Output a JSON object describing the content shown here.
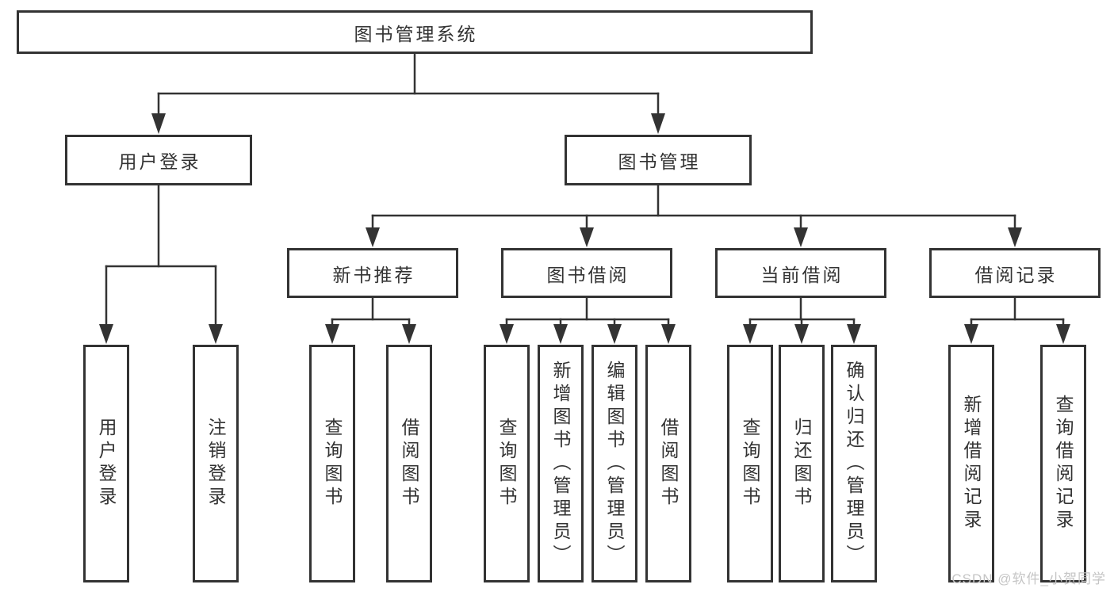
{
  "root": {
    "label": "图书管理系统"
  },
  "branches": [
    {
      "label": "用户登录",
      "children": [
        {
          "label": "用户登录"
        },
        {
          "label": "注销登录"
        }
      ]
    },
    {
      "label": "图书管理",
      "children": [
        {
          "label": "新书推荐",
          "children": [
            {
              "label": "查询图书"
            },
            {
              "label": "借阅图书"
            }
          ]
        },
        {
          "label": "图书借阅",
          "children": [
            {
              "label": "查询图书"
            },
            {
              "label": "新增图书（管理员）"
            },
            {
              "label": "编辑图书（管理员）"
            },
            {
              "label": "借阅图书"
            }
          ]
        },
        {
          "label": "当前借阅",
          "children": [
            {
              "label": "查询图书"
            },
            {
              "label": "归还图书"
            },
            {
              "label": "确认归还（管理员）"
            }
          ]
        },
        {
          "label": "借阅记录",
          "children": [
            {
              "label": "新增借阅记录"
            },
            {
              "label": "查询借阅记录"
            }
          ]
        }
      ]
    }
  ],
  "watermark": "CSDN @软件_小贺同学",
  "colors": {
    "line": "#333333",
    "text": "#333333",
    "background": "#ffffff",
    "watermark": "#c5c5c5"
  }
}
